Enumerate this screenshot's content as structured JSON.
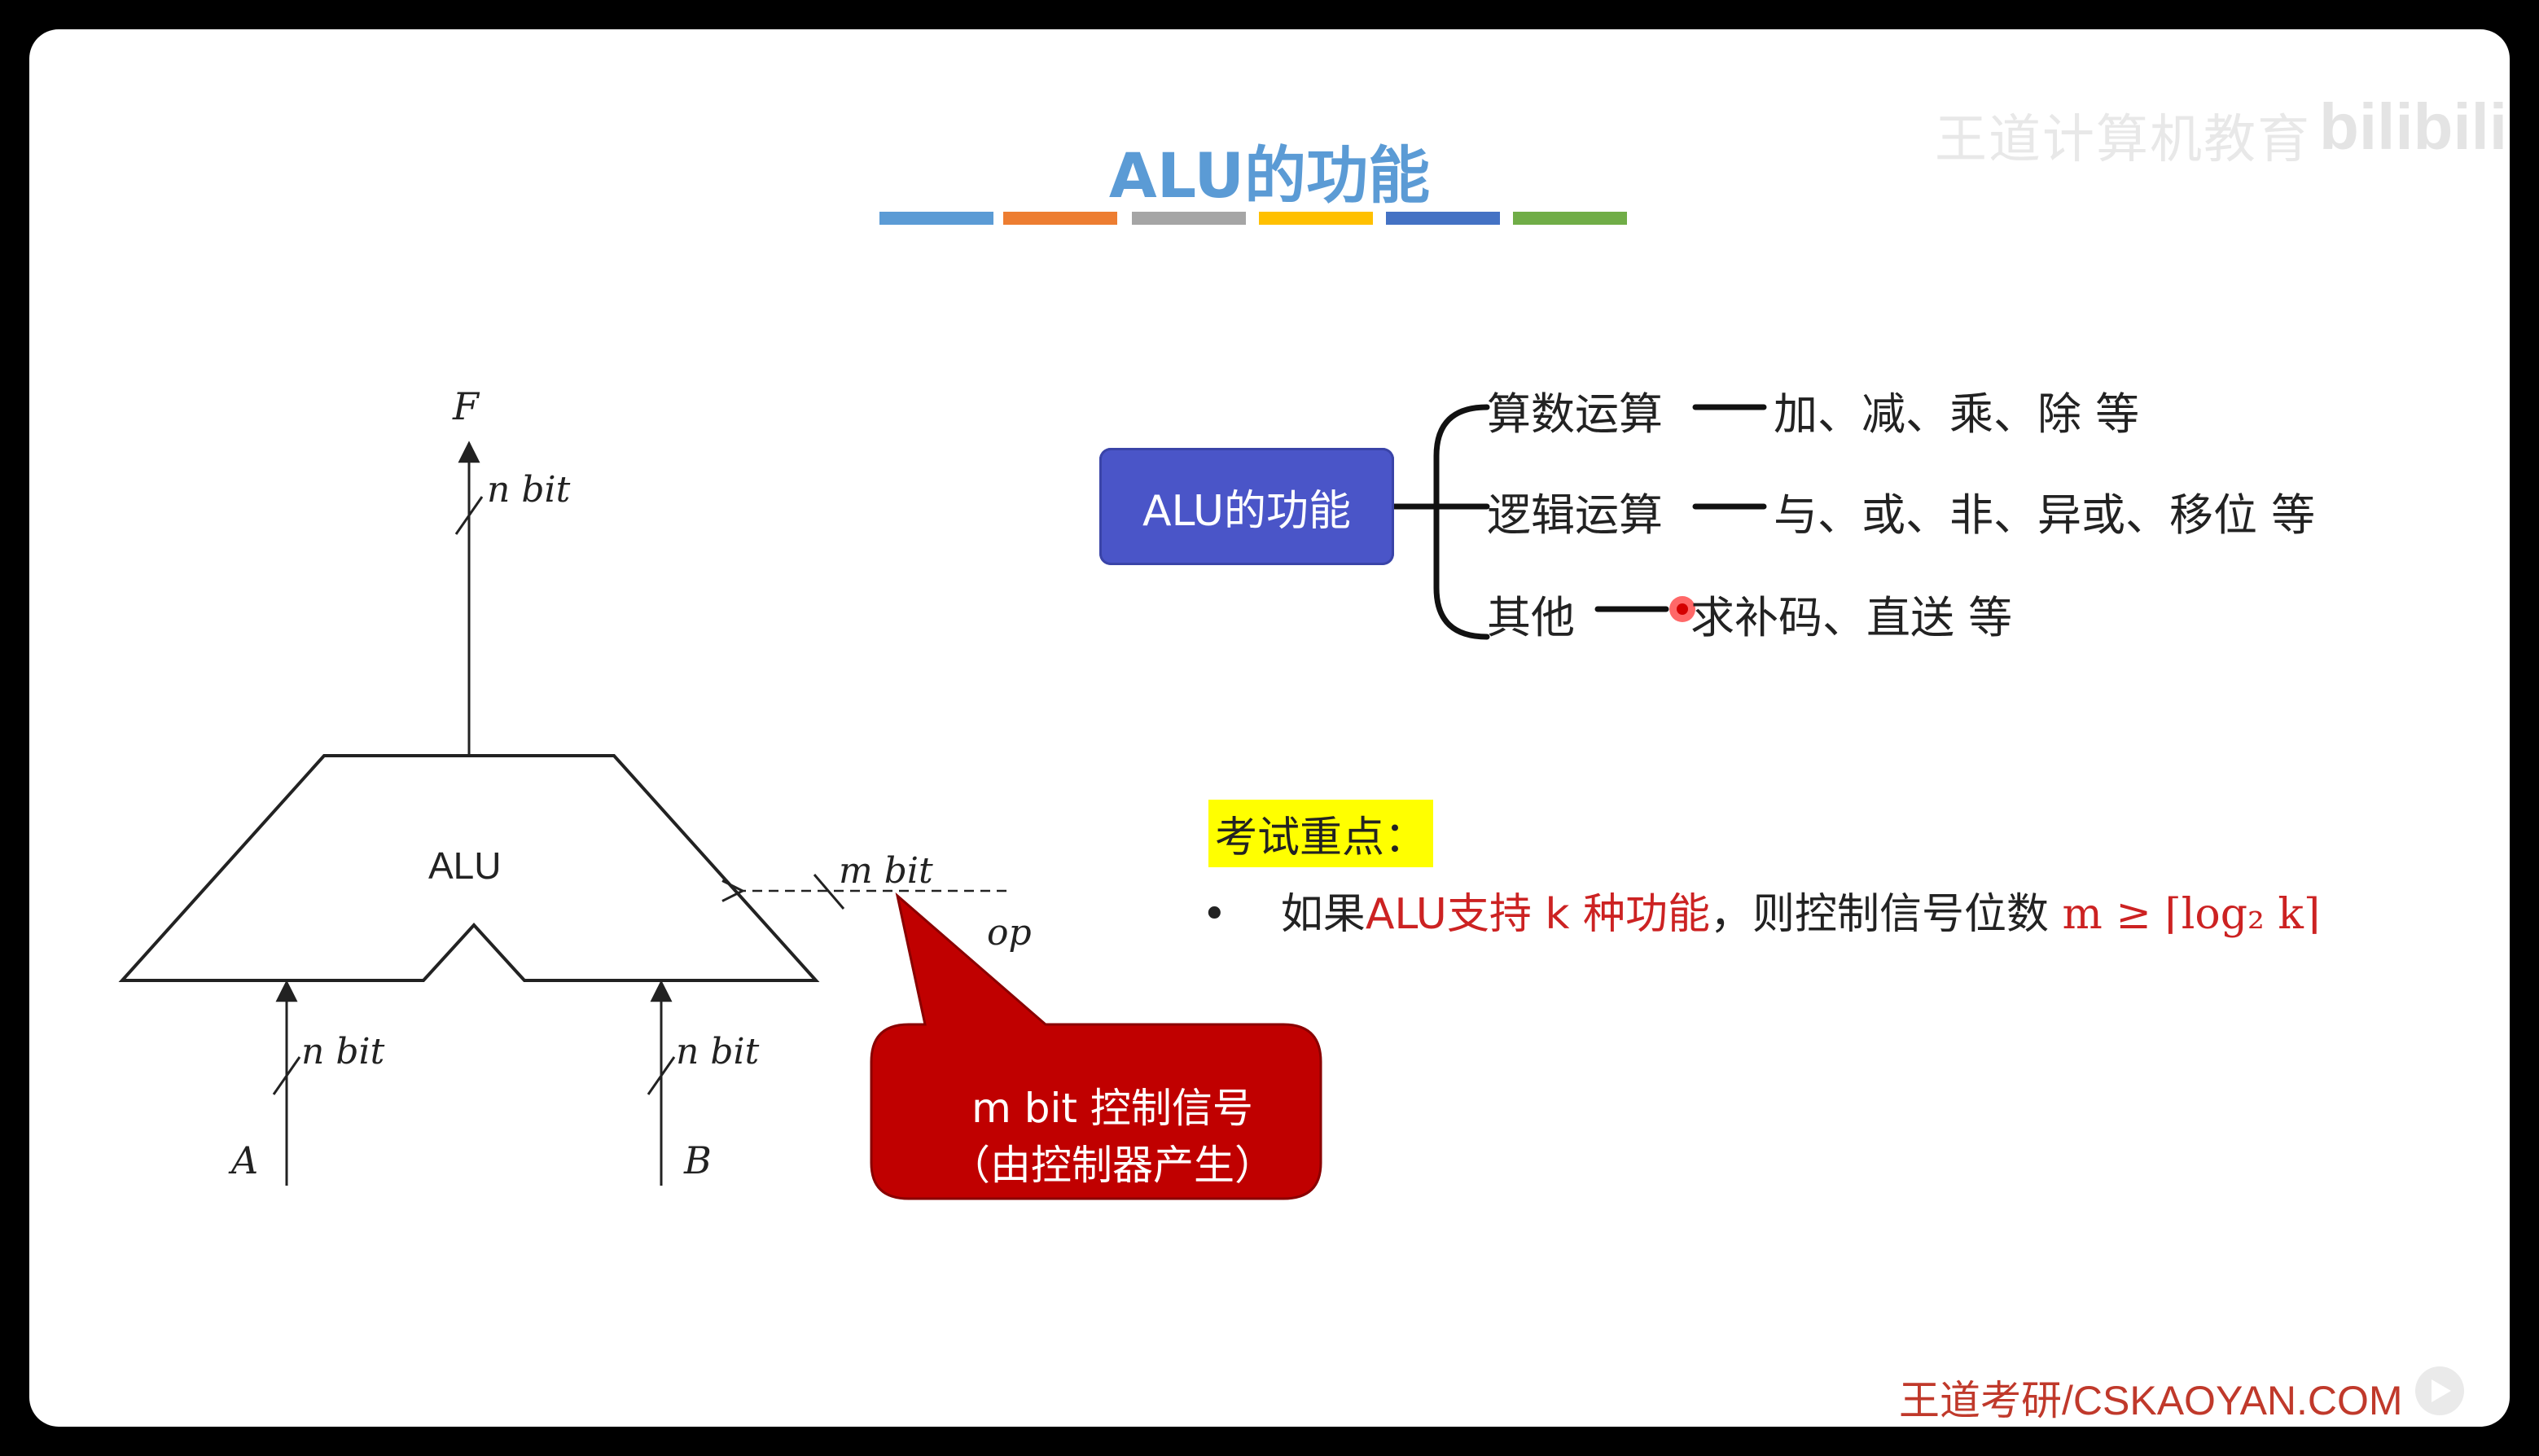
{
  "title": "ALU的功能",
  "title_bar_colors": [
    "#5b9bd5",
    "#ed7d31",
    "#a5a5a5",
    "#ffc000",
    "#4472c4",
    "#70ad47"
  ],
  "watermark": {
    "text": "王道计算机教育",
    "logo": "bilibili"
  },
  "diagram": {
    "alu_label": "ALU",
    "output_label": "F",
    "output_width": "n bit",
    "input_a_label": "A",
    "input_a_width": "n bit",
    "input_b_label": "B",
    "input_b_width": "n bit",
    "control_width": "m bit",
    "control_label": "op",
    "callout_line1": "m bit 控制信号",
    "callout_line2": "（由控制器产生）",
    "callout_color": "#c00000"
  },
  "mindmap": {
    "root": "ALU的功能",
    "branches": [
      {
        "category": "算数运算",
        "items": "加、减、乘、除 等"
      },
      {
        "category": "逻辑运算",
        "items": "与、或、非、异或、移位 等"
      },
      {
        "category": "其他",
        "items": "求补码、直送 等"
      }
    ]
  },
  "exam": {
    "label": "考试重点：",
    "bullet": "•",
    "prefix": "如果",
    "highlight": "ALU支持 k 种功能",
    "middle": "，则控制信号位数",
    "formula": "m ≥ ⌈log₂ k⌉"
  },
  "footer": "王道考研/CSKAOYAN.COM"
}
